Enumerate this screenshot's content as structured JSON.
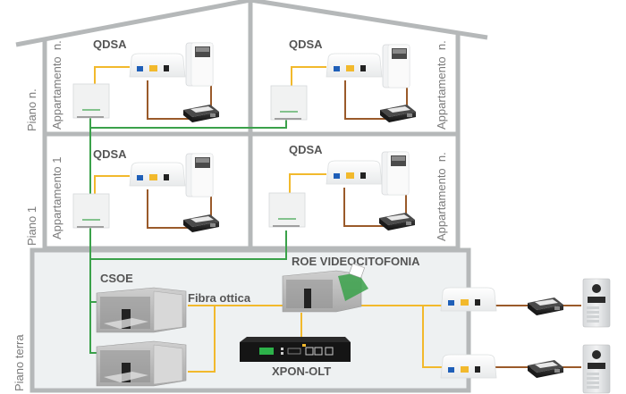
{
  "colors": {
    "wall": "#b5b8b9",
    "ground_floor_bg": "#eef1f2",
    "fiber_green": "#3aa14a",
    "fiber_yellow": "#f2b92c",
    "copper_brown": "#9a5a2a",
    "label_text": "#555555",
    "side_label_text": "#7a7a7a"
  },
  "floors": {
    "top": {
      "label": "Piano n."
    },
    "first": {
      "label": "Piano 1"
    },
    "ground": {
      "label": "Piano terra"
    }
  },
  "apartments": [
    {
      "id": "top-left",
      "side_label": "Appartamento  n.",
      "panel_label": "QDSA"
    },
    {
      "id": "top-right",
      "side_label": "Appartamento  n.",
      "panel_label": "QDSA"
    },
    {
      "id": "mid-left",
      "side_label": "Appartamento 1",
      "panel_label": "QDSA"
    },
    {
      "id": "mid-right",
      "side_label": "Appartamento  n.",
      "panel_label": "QDSA"
    }
  ],
  "ground_floor": {
    "csoe_label": "CSOE",
    "fiber_label": "Fibra ottica",
    "roe_label": "ROE VIDEOCITOFONIA",
    "olt_label": "XPON-OLT"
  },
  "legend_devices": {
    "onu": "onu-router",
    "handset": "video-intercom-handset",
    "poe": "poe-injector",
    "wall_box": "fiber-wall-box",
    "door_station": "outdoor-door-station"
  }
}
